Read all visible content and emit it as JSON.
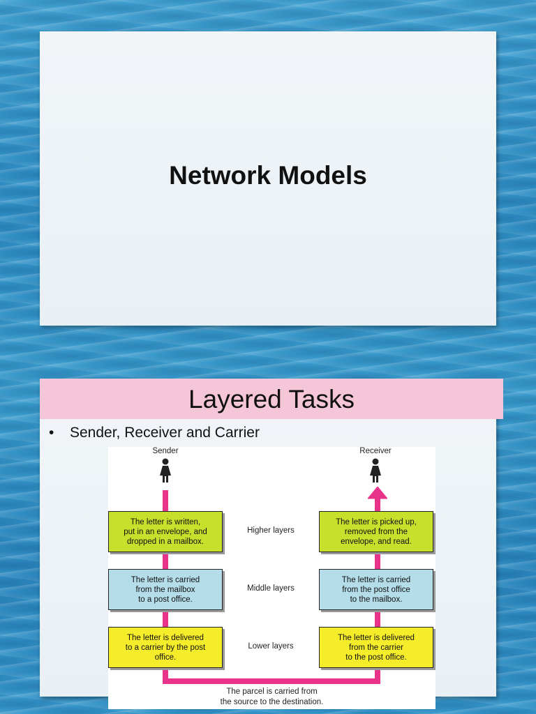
{
  "slide1": {
    "title": "Network Models"
  },
  "slide2": {
    "title": "Layered Tasks",
    "bullet_marker": "•",
    "bullet": "Sender, Receiver and Carrier"
  },
  "diagram": {
    "sender_label": "Sender",
    "receiver_label": "Receiver",
    "layers": {
      "higher": "Higher layers",
      "middle": "Middle layers",
      "lower": "Lower layers"
    },
    "sender_boxes": {
      "higher": "The letter is written,\nput in an envelope, and\ndropped in a mailbox.",
      "middle": "The letter is carried\nfrom the mailbox\nto a post office.",
      "lower": "The letter is delivered\nto a carrier by the post\noffice."
    },
    "receiver_boxes": {
      "higher": "The letter is picked up,\nremoved from the\nenvelope, and read.",
      "middle": "The letter is carried\nfrom the post office\nto the mailbox.",
      "lower": "The letter is delivered\nfrom the carrier\nto the post office."
    },
    "carrier_caption": "The parcel is carried from\nthe source to the destination.",
    "colors": {
      "higher": "#c6e02c",
      "middle": "#b4dde9",
      "lower": "#f5ec2a",
      "path": "#e8338a",
      "title_band": "#f5c6d8"
    },
    "icons": [
      "person-icon",
      "arrow-up-icon"
    ]
  }
}
